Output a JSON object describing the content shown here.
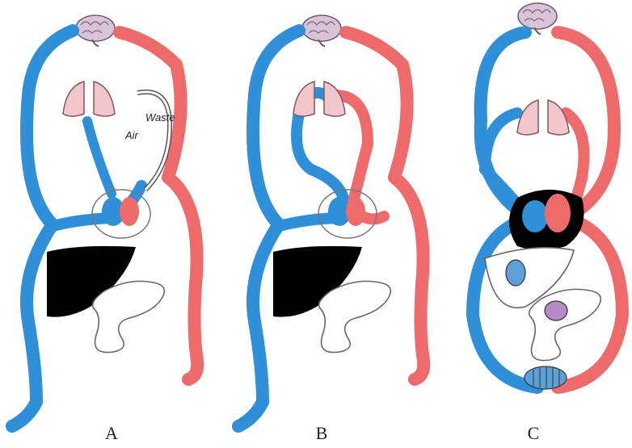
{
  "panels": [
    {
      "label": "A"
    },
    {
      "label": "B"
    },
    {
      "label": "C"
    }
  ],
  "annotations": {
    "air": "Air",
    "waste": "Waste"
  },
  "colors": {
    "venous": "#2f8fd8",
    "arterial": "#ef6b6b",
    "liver": "#000000",
    "lung": "#f3c6cc",
    "brain": "#d9c3d6",
    "outline": "#555555"
  }
}
